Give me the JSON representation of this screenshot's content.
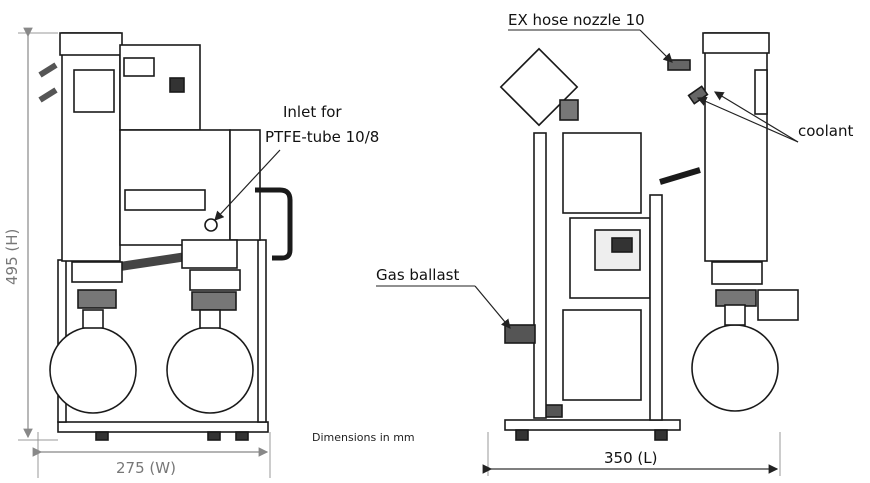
{
  "labels": {
    "ex_hose_nozzle": "EX  hose nozzle 10",
    "inlet_line1": "Inlet for",
    "inlet_line2": "PTFE-tube 10/8",
    "coolant": "coolant",
    "gas_ballast": "Gas ballast",
    "dimensions_note": "Dimensions in mm"
  },
  "dimensions": {
    "height_label": "495 (H)",
    "width_label": "275 (W)",
    "length_label": "350 (L)"
  },
  "colors": {
    "line": "#1a1a1a",
    "dimension": "#8a8a8a",
    "fill": "#ffffff",
    "dark": "#2b2b2b"
  }
}
